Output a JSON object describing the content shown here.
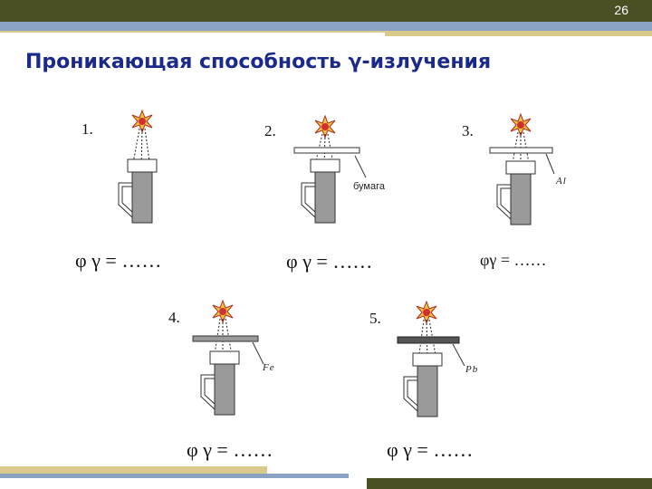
{
  "slide": {
    "page_number": "26",
    "title": "Проникающая способность γ-излучения"
  },
  "experiments": [
    {
      "number": "1.",
      "material": "",
      "formula": "φ γ = ……"
    },
    {
      "number": "2.",
      "material": "бумага",
      "formula": "φ γ = ……"
    },
    {
      "number": "3.",
      "material": "Al",
      "formula": "φγ = ……"
    },
    {
      "number": "4.",
      "material": "Fe",
      "formula": "φ γ = ……"
    },
    {
      "number": "5.",
      "material": "Pb",
      "formula": "φ γ = ……"
    }
  ],
  "colors": {
    "top_bar": "#4b4f24",
    "accent_blue": "#8aa2c3",
    "accent_gold": "#d9c98a",
    "title": "#1b2a8a"
  }
}
